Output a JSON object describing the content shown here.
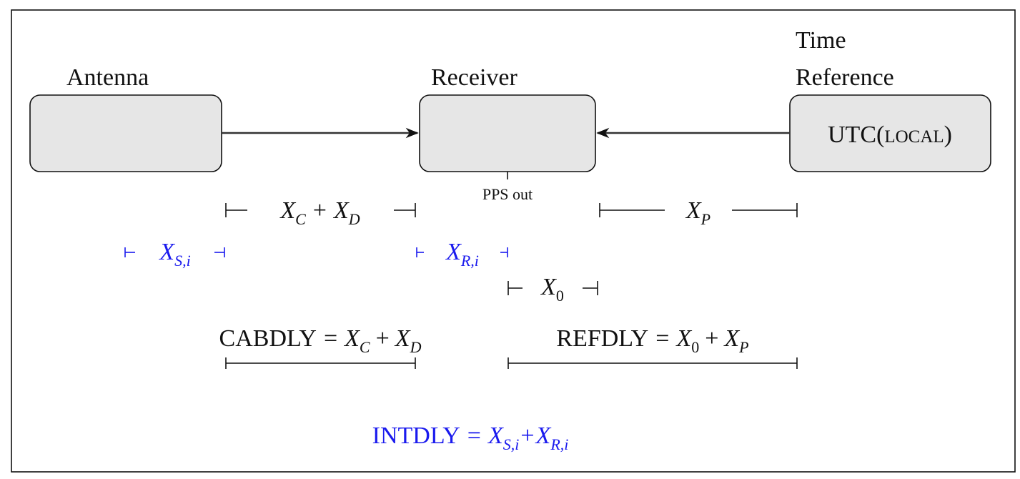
{
  "nodes": {
    "antenna": {
      "label": "Antenna",
      "text": ""
    },
    "receiver": {
      "label": "Receiver",
      "text": "",
      "port": "PPS out"
    },
    "time_reference": {
      "label_line1": "Time",
      "label_line2": "Reference",
      "text_main": "UTC(",
      "text_smallcaps": "LOCAL",
      "text_close": ")"
    }
  },
  "delays": {
    "xc_xd": {
      "var1": "X",
      "sub1": "C",
      "op": "+",
      "var2": "X",
      "sub2": "D"
    },
    "xp": {
      "var": "X",
      "sub": "P"
    },
    "xsi": {
      "var": "X",
      "sub": "S,i"
    },
    "xri": {
      "var": "X",
      "sub": "R,i"
    },
    "x0": {
      "var": "X",
      "sub": "0"
    }
  },
  "equations": {
    "cabdly": {
      "name": "CABDLY",
      "eq": "=",
      "var1": "X",
      "sub1": "C",
      "op": "+",
      "var2": "X",
      "sub2": "D"
    },
    "refdly": {
      "name": "REFDLY",
      "eq": "=",
      "var1": "X",
      "sub1": "0",
      "op": "+",
      "var2": "X",
      "sub2": "P"
    },
    "intdly": {
      "name": "INTDLY",
      "eq": "=",
      "var1": "X",
      "sub1": "S,i",
      "op": "+",
      "var2": "X",
      "sub2": "R,i"
    }
  },
  "colors": {
    "internal_delay": "#1a1aee",
    "box_fill": "#e6e6e6"
  }
}
